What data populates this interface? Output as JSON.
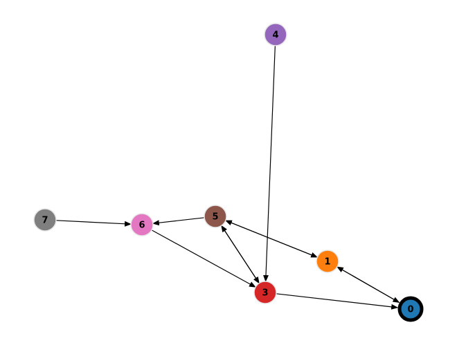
{
  "graph": {
    "nodes": [
      {
        "id": "0",
        "color": "#1f77b4",
        "highlighted": true
      },
      {
        "id": "1",
        "color": "#ff7f0e",
        "highlighted": false
      },
      {
        "id": "3",
        "color": "#d62728",
        "highlighted": false
      },
      {
        "id": "4",
        "color": "#9467bd",
        "highlighted": false
      },
      {
        "id": "5",
        "color": "#8c564b",
        "highlighted": false
      },
      {
        "id": "6",
        "color": "#e377c2",
        "highlighted": false
      },
      {
        "id": "7",
        "color": "#7f7f7f",
        "highlighted": false
      }
    ],
    "edges": [
      {
        "from": "7",
        "to": "6"
      },
      {
        "from": "5",
        "to": "6"
      },
      {
        "from": "6",
        "to": "3"
      },
      {
        "from": "4",
        "to": "3"
      },
      {
        "from": "5",
        "to": "3"
      },
      {
        "from": "3",
        "to": "5"
      },
      {
        "from": "5",
        "to": "1"
      },
      {
        "from": "1",
        "to": "5"
      },
      {
        "from": "1",
        "to": "0"
      },
      {
        "from": "0",
        "to": "1"
      },
      {
        "from": "3",
        "to": "0"
      }
    ]
  }
}
